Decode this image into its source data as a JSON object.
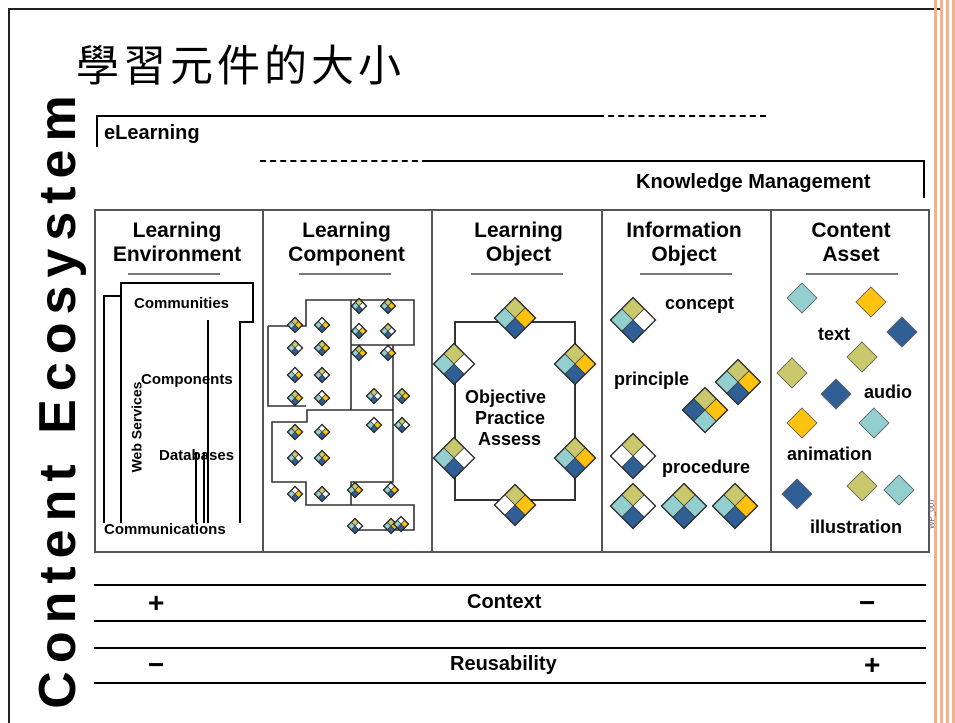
{
  "page_title": "學習元件的大小",
  "side_title": "Content Ecosystem",
  "top_labels": {
    "elearning": "eLearning",
    "knowledge_management": "Knowledge Management"
  },
  "columns": [
    {
      "title": "Learning Environment"
    },
    {
      "title": "Learning Component"
    },
    {
      "title": "Learning Object"
    },
    {
      "title": "Information Object"
    },
    {
      "title": "Content Asset"
    }
  ],
  "learning_environment": {
    "communities": "Communities",
    "components": "Components",
    "databases": "Databases",
    "communications": "Communications",
    "web_services": "Web Services"
  },
  "learning_object": {
    "lines": [
      "Objective",
      "Practice",
      "Assess"
    ]
  },
  "information_object": {
    "concept": "concept",
    "principle": "principle",
    "procedure": "procedure"
  },
  "content_asset": {
    "text": "text",
    "audio": "audio",
    "animation": "animation",
    "illustration": "illustration"
  },
  "watermark": "WP_007",
  "scales": [
    {
      "left": "+",
      "label": "Context",
      "right": "−"
    },
    {
      "left": "−",
      "label": "Reusability",
      "right": "+"
    }
  ],
  "colors": {
    "olive": "#c9c86d",
    "blue": "#2f5f94",
    "teal": "#94cfcf",
    "gold": "#ffc20e",
    "stripe": "#f5b18a"
  }
}
